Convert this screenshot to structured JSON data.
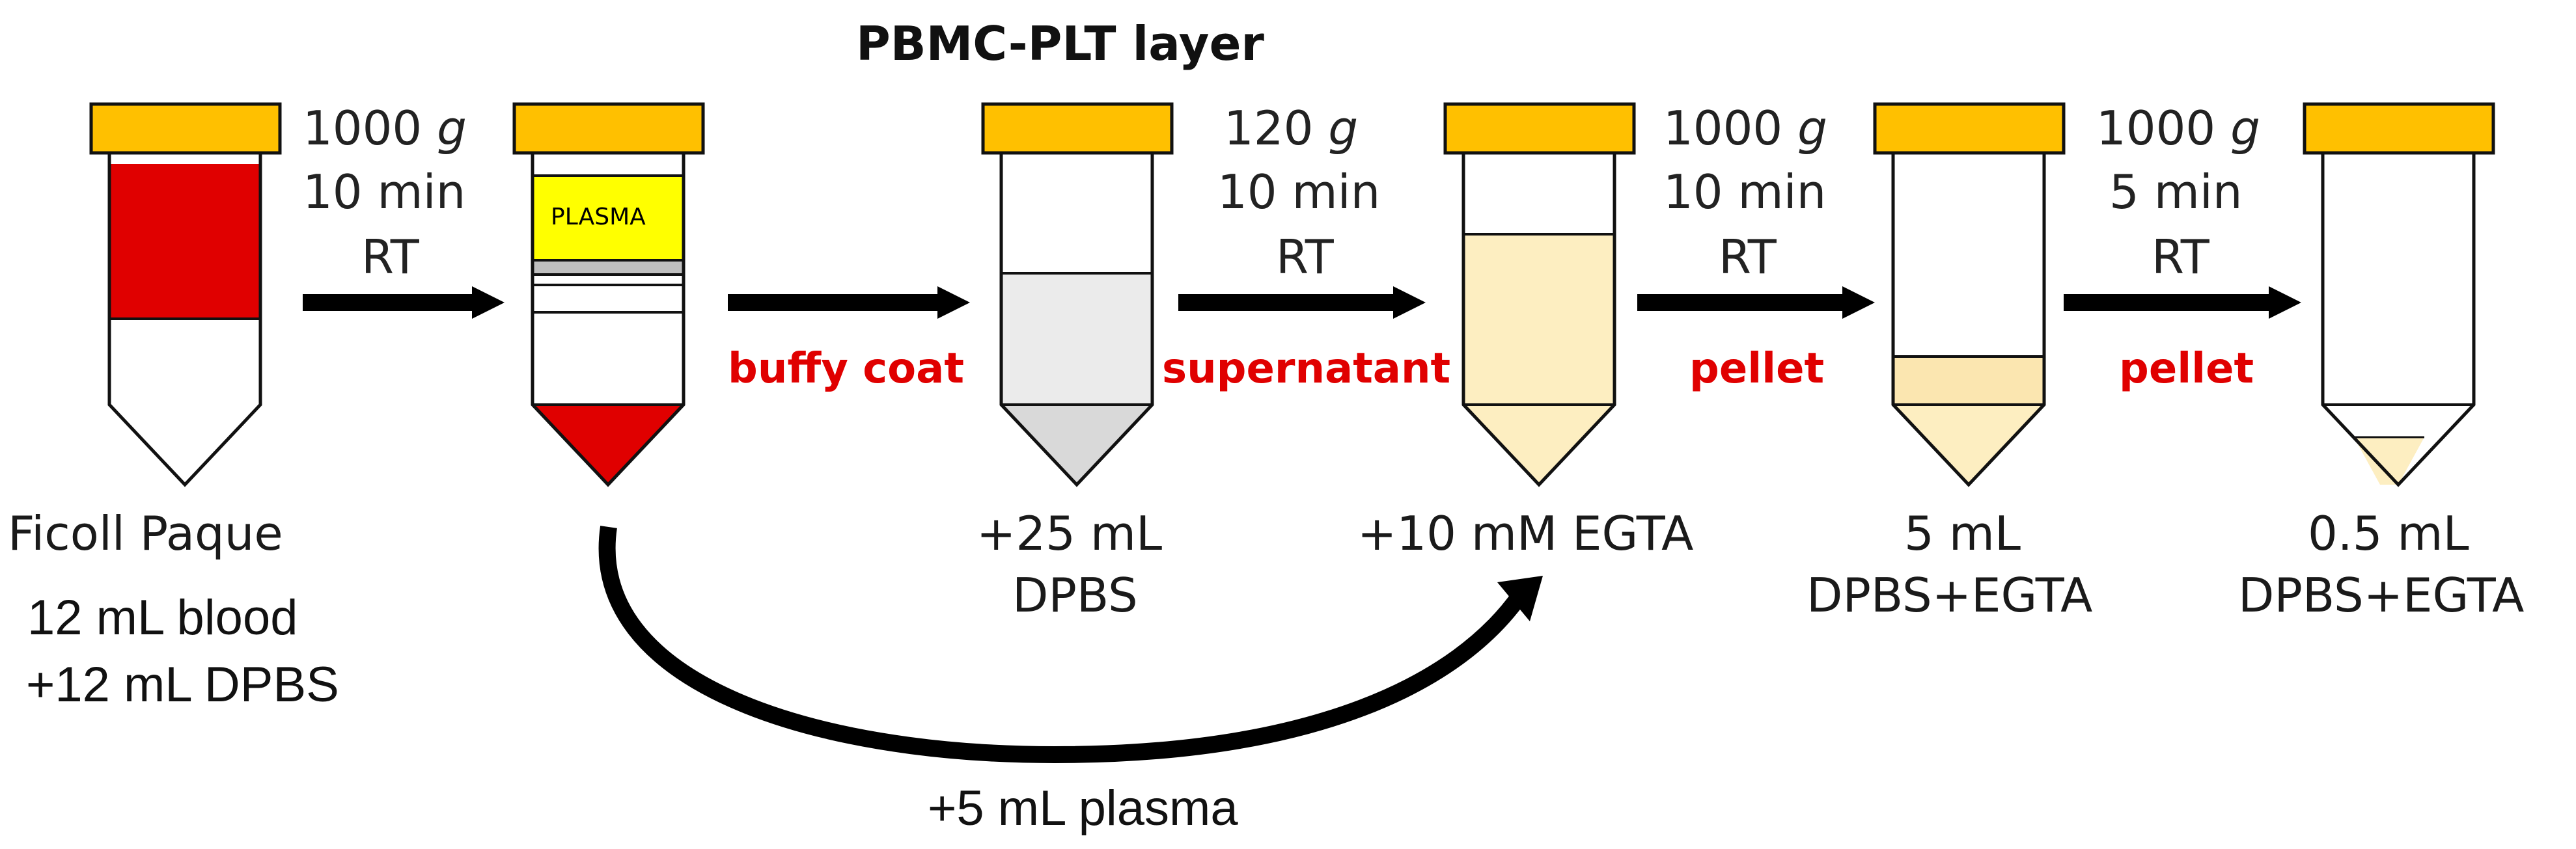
{
  "title": "PBMC-PLT layer",
  "colors": {
    "cap": "#FFC000",
    "blood": "#E00000",
    "plasma": "#FFFF00",
    "light_gray": "#EBEBEB",
    "mid_gray": "#D9D9D9",
    "cream": "#FDEEC1",
    "cream_dark": "#FBE6B0",
    "transfer_label": "#E00000"
  },
  "tubes": [
    {
      "name": "ficoll-tube",
      "labels": [
        "Ficoll Paque",
        "12 mL blood",
        "+12 mL DPBS"
      ]
    },
    {
      "name": "separated-tube",
      "band_label": "PLASMA"
    },
    {
      "name": "dpbs-tube",
      "labels": [
        "+25 mL",
        "DPBS"
      ]
    },
    {
      "name": "egta-tube",
      "labels": [
        "+10 mM EGTA"
      ]
    },
    {
      "name": "wash-tube",
      "labels": [
        "5 mL",
        "DPBS+EGTA"
      ]
    },
    {
      "name": "final-tube",
      "labels": [
        "0.5 mL",
        "DPBS+EGTA"
      ]
    }
  ],
  "steps": [
    {
      "force": "1000",
      "unit": "g",
      "time": "10 min",
      "temp": "RT",
      "transfer": ""
    },
    {
      "force": "",
      "unit": "",
      "time": "",
      "temp": "",
      "transfer": "buffy coat"
    },
    {
      "force": "120",
      "unit": "g",
      "time": "10 min",
      "temp": "RT",
      "transfer": "supernatant"
    },
    {
      "force": "1000",
      "unit": "g",
      "time": "10 min",
      "temp": "RT",
      "transfer": "pellet"
    },
    {
      "force": "1000",
      "unit": "g",
      "time": "5 min",
      "temp": "RT",
      "transfer": "pellet"
    }
  ],
  "curved_arrow_label": "+5 mL plasma"
}
